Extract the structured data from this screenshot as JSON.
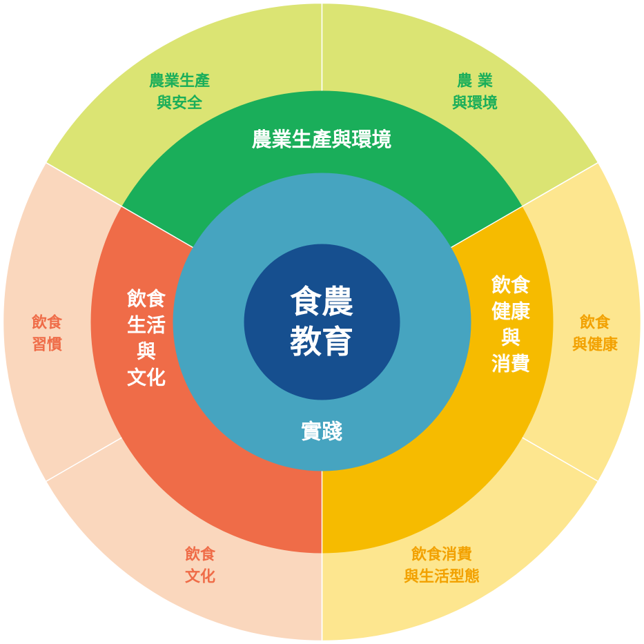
{
  "center": {
    "lines": [
      "食農",
      "教育"
    ],
    "color": "#164f8f"
  },
  "practice": {
    "label": "實踐",
    "color": "#46a4c0"
  },
  "domains": [
    {
      "id": "agri",
      "lines": [
        "農業生產與環境"
      ],
      "color": "#1aae5a",
      "outer_color": "#dbe473",
      "text_color": "#ffffff",
      "outer_text_color": "#1aae5a",
      "subs": [
        {
          "lines": [
            "農業生產",
            "與安全"
          ]
        },
        {
          "lines": [
            "農 業",
            "與環境"
          ]
        }
      ]
    },
    {
      "id": "health",
      "lines": [
        "飲食",
        "健康",
        "與",
        "消費"
      ],
      "color": "#f6bb00",
      "outer_color": "#fde68f",
      "text_color": "#ffffff",
      "outer_text_color": "#f2a100",
      "subs": [
        {
          "lines": [
            "飲食",
            "與健康"
          ]
        },
        {
          "lines": [
            "飲食消費",
            "與生活型態"
          ]
        }
      ]
    },
    {
      "id": "culture",
      "lines": [
        "飲食",
        "生活",
        "與",
        "文化"
      ],
      "color": "#ef6c48",
      "outer_color": "#fad7bd",
      "text_color": "#ffffff",
      "outer_text_color": "#ef6c48",
      "subs": [
        {
          "lines": [
            "飲食",
            "文化"
          ]
        },
        {
          "lines": [
            "飲食",
            "習慣"
          ]
        }
      ]
    }
  ]
}
